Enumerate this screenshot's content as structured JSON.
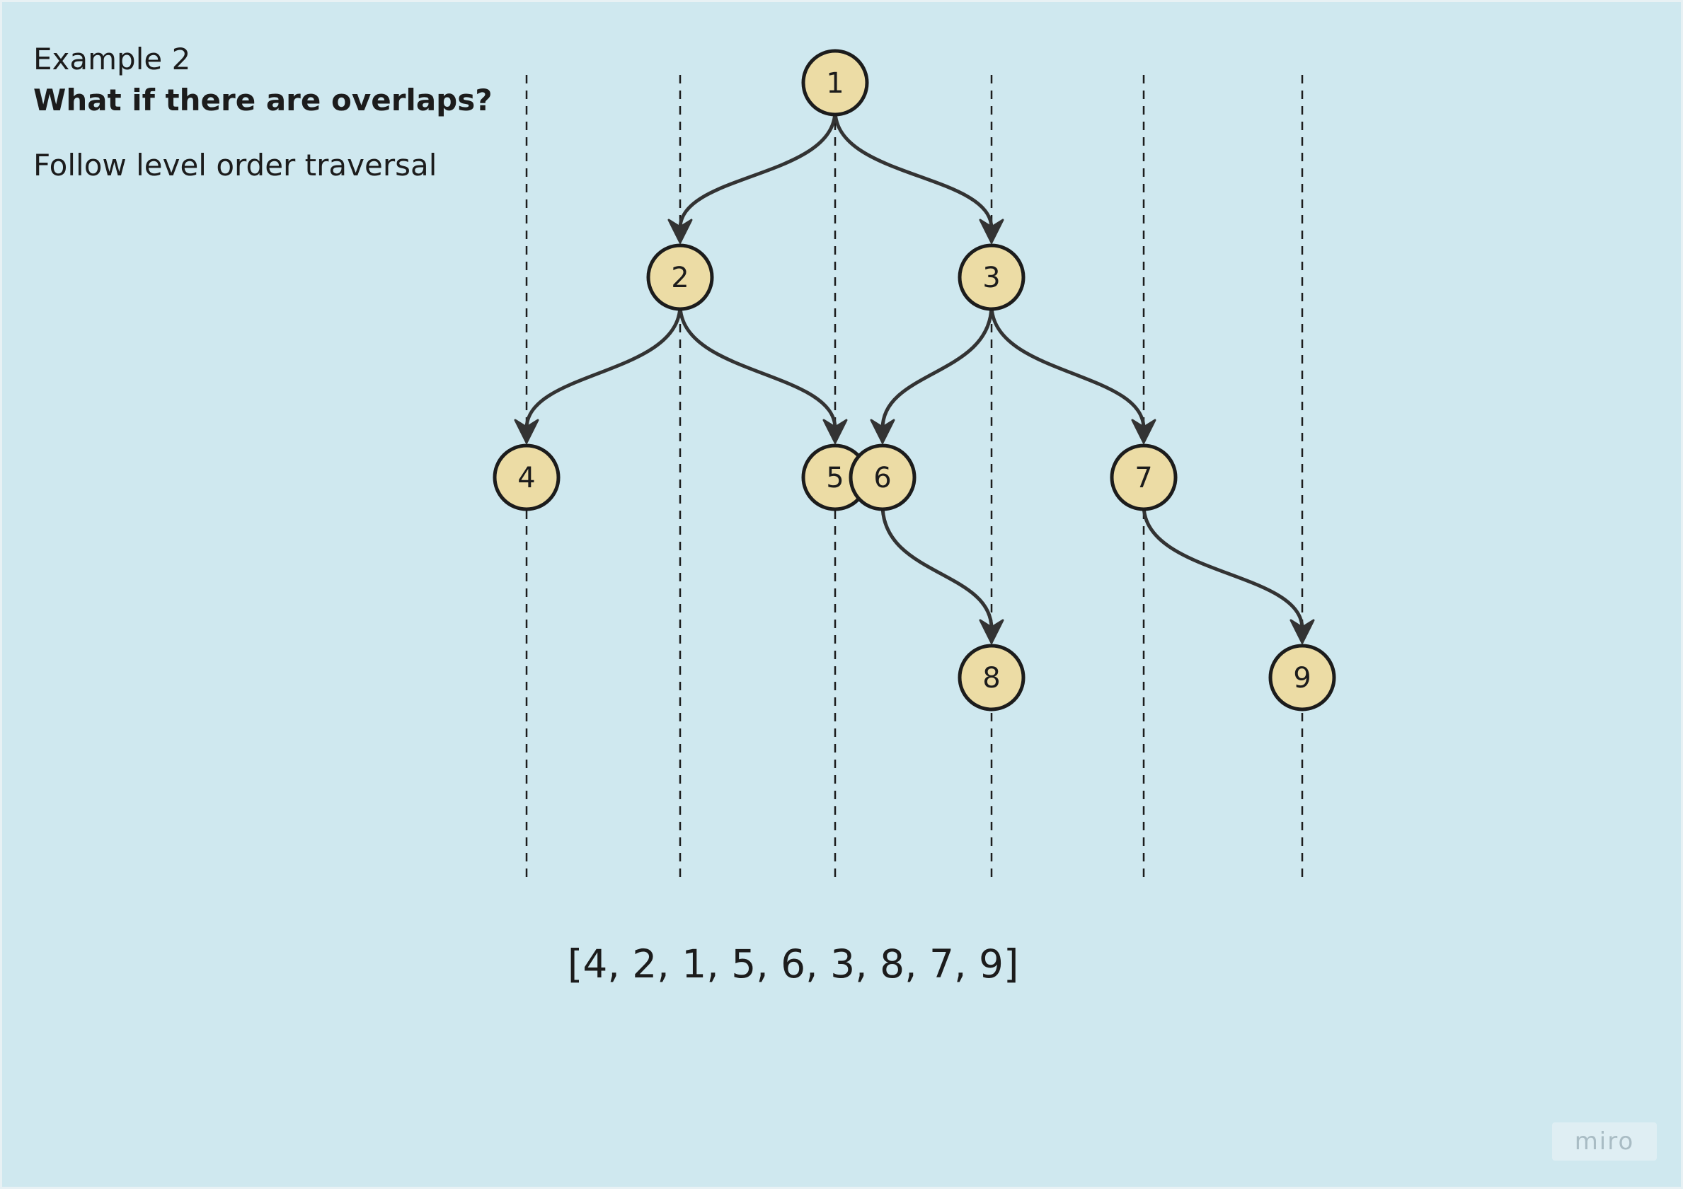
{
  "canvas": {
    "background": "#cfe8ef"
  },
  "header": {
    "example_label": "Example 2",
    "headline": "What if there are overlaps?",
    "instruction": "Follow level order traversal"
  },
  "tree": {
    "node_fill": "#ecdca5",
    "node_stroke": "#1c1c1c",
    "edge_color": "#333333",
    "nodes": [
      {
        "id": "1",
        "label": "1",
        "column": 0,
        "level": 0
      },
      {
        "id": "2",
        "label": "2",
        "column": -1,
        "level": 1
      },
      {
        "id": "3",
        "label": "3",
        "column": 1,
        "level": 1
      },
      {
        "id": "4",
        "label": "4",
        "column": -2,
        "level": 2
      },
      {
        "id": "5",
        "label": "5",
        "column": 0,
        "level": 2
      },
      {
        "id": "6",
        "label": "6",
        "column": 0,
        "level": 2
      },
      {
        "id": "7",
        "label": "7",
        "column": 2,
        "level": 2
      },
      {
        "id": "8",
        "label": "8",
        "column": 1,
        "level": 3
      },
      {
        "id": "9",
        "label": "9",
        "column": 3,
        "level": 3
      }
    ],
    "edges": [
      {
        "from": "1",
        "to": "2"
      },
      {
        "from": "1",
        "to": "3"
      },
      {
        "from": "2",
        "to": "4"
      },
      {
        "from": "2",
        "to": "5"
      },
      {
        "from": "3",
        "to": "6"
      },
      {
        "from": "3",
        "to": "7"
      },
      {
        "from": "6",
        "to": "8"
      },
      {
        "from": "7",
        "to": "9"
      }
    ],
    "vertical_lines": [
      -2,
      -1,
      0,
      1,
      2,
      3
    ]
  },
  "result": "[4, 2, 1, 5, 6, 3, 8, 7, 9]",
  "watermark": "miro"
}
